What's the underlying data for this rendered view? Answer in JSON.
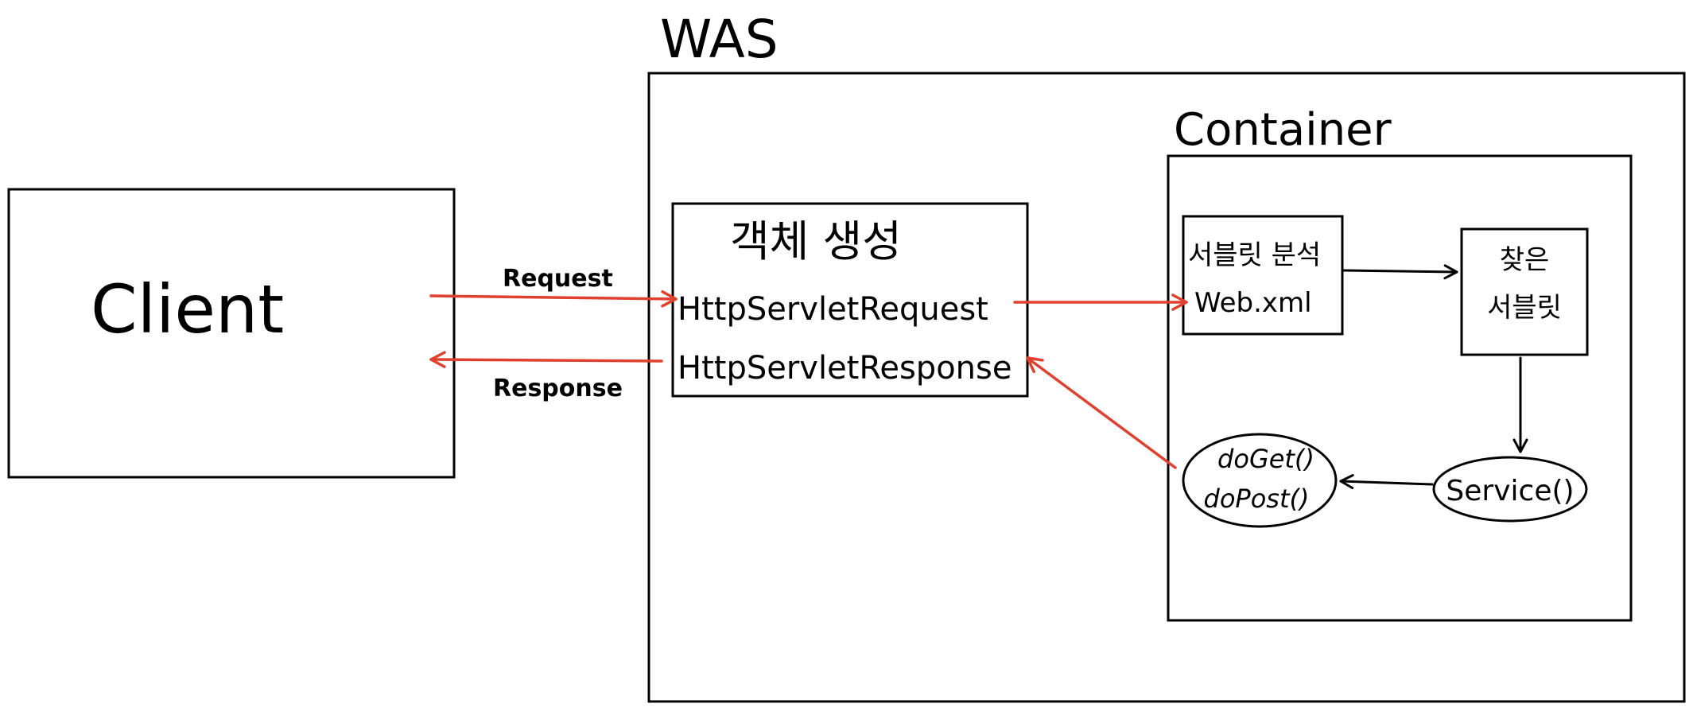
{
  "labels": {
    "was": "WAS",
    "container": "Container",
    "client": "Client",
    "object_creation": "객체 생성",
    "http_request": "HttpServletRequest",
    "http_response": "HttpServletResponse",
    "servlet_analysis": "서블릿 분석",
    "web_xml": "Web.xml",
    "found_line1": "찾은",
    "found_line2": "서블릿",
    "service": "Service()",
    "doget": "doGet()",
    "dopost": "doPost()",
    "request": "Request",
    "response": "Response"
  },
  "colors": {
    "ink": "#000000",
    "arrow_red": "#e0402e",
    "background": "#ffffff"
  }
}
